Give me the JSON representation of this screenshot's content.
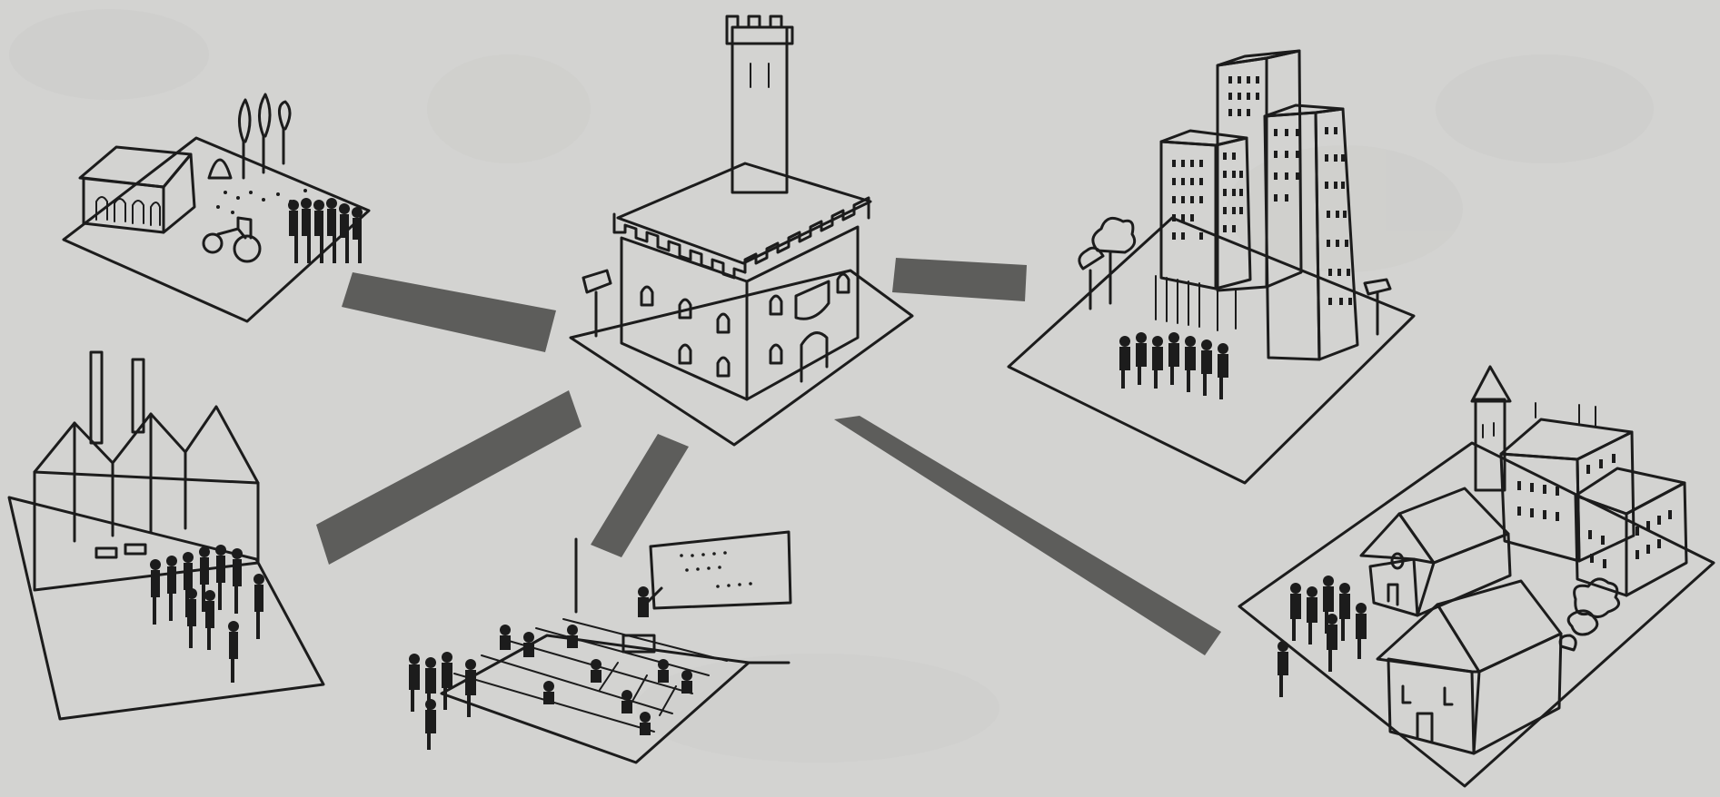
{
  "colors": {
    "paper": "#d3d3d1",
    "ink": "#1c1c1c",
    "connector_band": "#5d5d5b"
  },
  "scene": {
    "center": "town-hall-castle",
    "connected_scenes": [
      "farm",
      "factory",
      "school-classroom",
      "office-towers",
      "church-village"
    ]
  }
}
